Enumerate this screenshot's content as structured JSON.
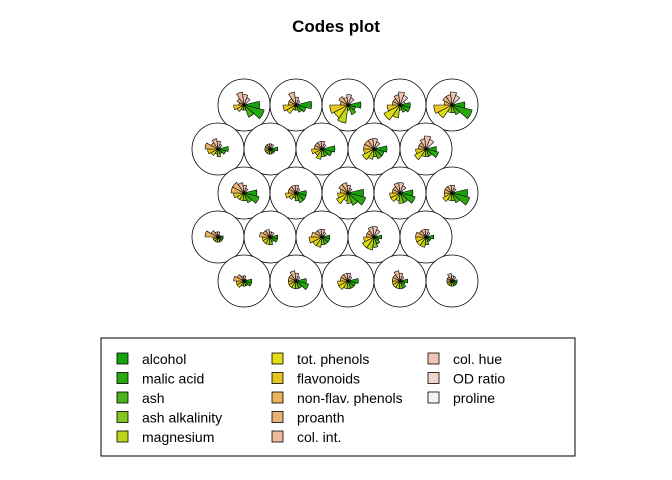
{
  "chart_data": {
    "type": "codes-plot",
    "title": "Codes plot",
    "variables": [
      {
        "name": "alcohol",
        "color": "#17a30c"
      },
      {
        "name": "malic acid",
        "color": "#2aa80f"
      },
      {
        "name": "ash",
        "color": "#4cb21c"
      },
      {
        "name": "ash alkalinity",
        "color": "#84c41e"
      },
      {
        "name": "magnesium",
        "color": "#bcd41a"
      },
      {
        "name": "tot. phenols",
        "color": "#e0dc16"
      },
      {
        "name": "flavonoids",
        "color": "#e6c51c"
      },
      {
        "name": "non-flav. phenols",
        "color": "#e8b45a"
      },
      {
        "name": "proanth",
        "color": "#eab27a"
      },
      {
        "name": "col. int.",
        "color": "#ecbc9c"
      },
      {
        "name": "col. hue",
        "color": "#efc4b4"
      },
      {
        "name": "OD ratio",
        "color": "#f1d4cc"
      },
      {
        "name": "proline",
        "color": "#f3f3f3"
      }
    ],
    "grid": {
      "rows": 5,
      "cols": 5,
      "hexagonal": true
    },
    "units": [
      [
        0.6,
        0.8,
        0.5,
        0.2,
        0.2,
        0.3,
        0.4,
        0.2,
        0.3,
        0.5,
        0.4,
        0.3,
        0.1
      ],
      [
        0.6,
        0.4,
        0.3,
        0.2,
        0.2,
        0.4,
        0.5,
        0.3,
        0.3,
        0.5,
        0.3,
        0.2,
        0.1
      ],
      [
        0.5,
        0.3,
        0.4,
        0.2,
        0.7,
        0.6,
        0.7,
        0.3,
        0.4,
        0.3,
        0.4,
        0.3,
        0.1
      ],
      [
        0.4,
        0.4,
        0.3,
        0.2,
        0.5,
        0.7,
        0.5,
        0.3,
        0.3,
        0.4,
        0.5,
        0.4,
        0.2
      ],
      [
        0.5,
        0.8,
        0.4,
        0.3,
        0.3,
        0.6,
        0.7,
        0.3,
        0.4,
        0.4,
        0.5,
        0.4,
        0.1
      ],
      [
        0.4,
        0.3,
        0.2,
        0.3,
        0.2,
        0.3,
        0.4,
        0.5,
        0.3,
        0.4,
        0.3,
        0.2,
        0.1
      ],
      [
        0.3,
        0.2,
        0.2,
        0.2,
        0.2,
        0.2,
        0.2,
        0.2,
        0.2,
        0.2,
        0.2,
        0.2,
        0.1
      ],
      [
        0.5,
        0.4,
        0.3,
        0.3,
        0.4,
        0.3,
        0.4,
        0.3,
        0.3,
        0.3,
        0.3,
        0.2,
        0.1
      ],
      [
        0.5,
        0.4,
        0.4,
        0.3,
        0.4,
        0.5,
        0.4,
        0.4,
        0.4,
        0.4,
        0.4,
        0.3,
        0.1
      ],
      [
        0.4,
        0.5,
        0.3,
        0.3,
        0.3,
        0.5,
        0.4,
        0.3,
        0.3,
        0.4,
        0.5,
        0.4,
        0.1
      ],
      [
        0.5,
        0.6,
        0.4,
        0.3,
        0.3,
        0.3,
        0.4,
        0.5,
        0.5,
        0.4,
        0.3,
        0.2,
        0.1
      ],
      [
        0.4,
        0.4,
        0.4,
        0.3,
        0.2,
        0.3,
        0.4,
        0.3,
        0.3,
        0.3,
        0.3,
        0.2,
        0.1
      ],
      [
        0.6,
        0.7,
        0.5,
        0.4,
        0.3,
        0.5,
        0.4,
        0.3,
        0.4,
        0.4,
        0.3,
        0.2,
        0.1
      ],
      [
        0.5,
        0.6,
        0.4,
        0.4,
        0.3,
        0.4,
        0.4,
        0.3,
        0.3,
        0.4,
        0.4,
        0.3,
        0.1
      ],
      [
        0.6,
        0.7,
        0.4,
        0.3,
        0.3,
        0.4,
        0.3,
        0.3,
        0.3,
        0.3,
        0.3,
        0.2,
        0.1
      ],
      [
        0.2,
        0.2,
        0.2,
        0.2,
        0.2,
        0.2,
        0.2,
        0.5,
        0.3,
        0.2,
        0.2,
        0.1,
        0.1
      ],
      [
        0.3,
        0.3,
        0.2,
        0.3,
        0.3,
        0.3,
        0.3,
        0.4,
        0.3,
        0.3,
        0.2,
        0.2,
        0.1
      ],
      [
        0.3,
        0.3,
        0.3,
        0.3,
        0.4,
        0.4,
        0.5,
        0.4,
        0.3,
        0.3,
        0.3,
        0.2,
        0.1
      ],
      [
        0.3,
        0.2,
        0.3,
        0.4,
        0.5,
        0.5,
        0.4,
        0.3,
        0.3,
        0.4,
        0.4,
        0.3,
        0.1
      ],
      [
        0.3,
        0.2,
        0.2,
        0.3,
        0.4,
        0.4,
        0.4,
        0.4,
        0.3,
        0.3,
        0.3,
        0.2,
        0.1
      ],
      [
        0.3,
        0.3,
        0.2,
        0.2,
        0.2,
        0.3,
        0.3,
        0.4,
        0.3,
        0.2,
        0.2,
        0.1,
        0.1
      ],
      [
        0.4,
        0.5,
        0.3,
        0.3,
        0.3,
        0.3,
        0.3,
        0.3,
        0.3,
        0.4,
        0.3,
        0.2,
        0.1
      ],
      [
        0.4,
        0.3,
        0.3,
        0.3,
        0.3,
        0.4,
        0.4,
        0.3,
        0.3,
        0.3,
        0.3,
        0.2,
        0.1
      ],
      [
        0.3,
        0.2,
        0.3,
        0.3,
        0.3,
        0.3,
        0.3,
        0.3,
        0.3,
        0.4,
        0.3,
        0.2,
        0.1
      ],
      [
        0.2,
        0.2,
        0.2,
        0.2,
        0.2,
        0.2,
        0.2,
        0.2,
        0.2,
        0.3,
        0.2,
        0.2,
        0.1
      ]
    ]
  }
}
